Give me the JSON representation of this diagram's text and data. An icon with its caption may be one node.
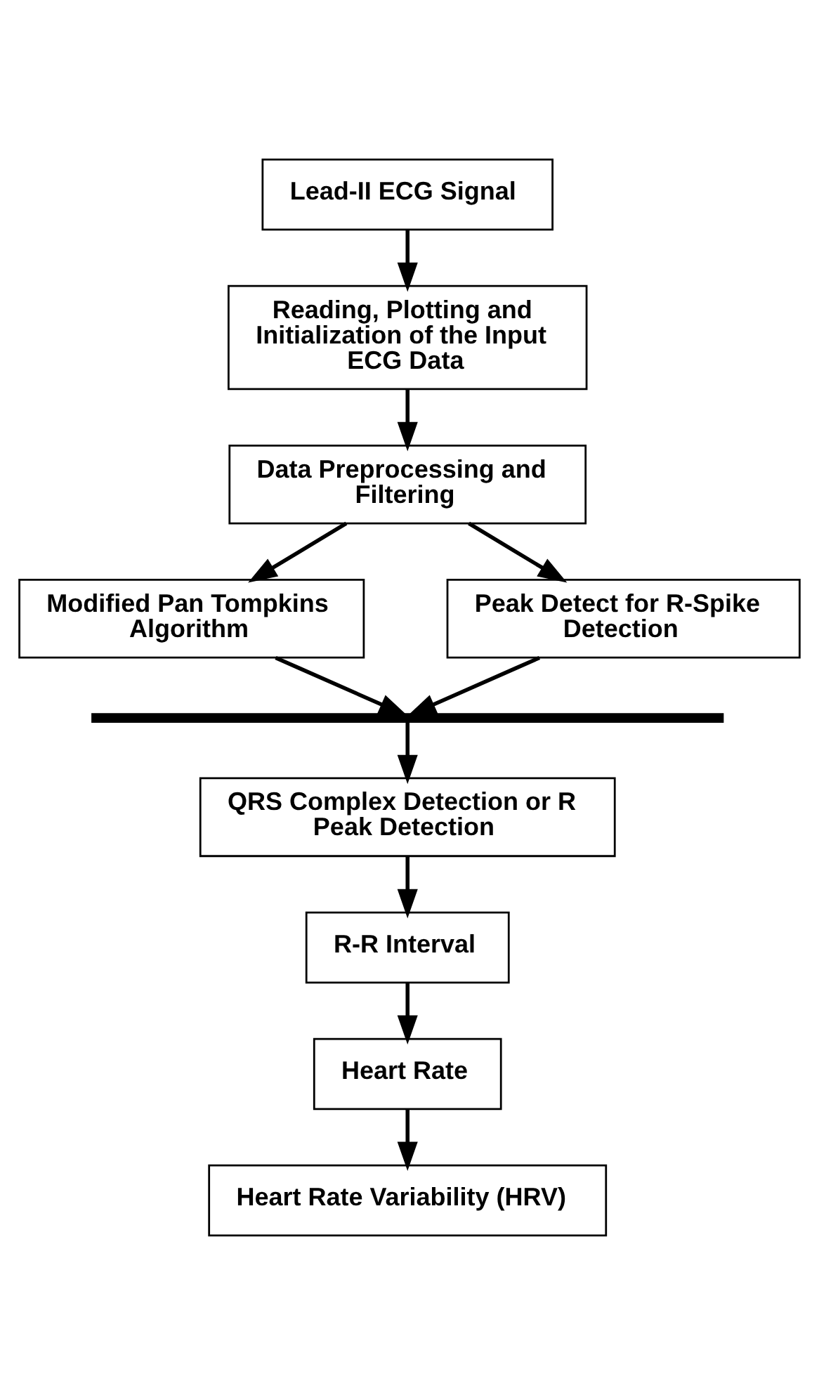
{
  "diagram": {
    "nodes": [
      {
        "text": [
          "Lead-II ECG Signal"
        ]
      },
      {
        "text": [
          "Reading, Plotting and Initialization of the Input ECG Data"
        ]
      },
      {
        "text": [
          "Data Preprocessing and Filtering"
        ]
      },
      {
        "text": [
          "Modified Pan Tompkins Algorithm"
        ]
      },
      {
        "text": [
          "Peak Detect for R-Spike Detection"
        ]
      },
      {
        "text": [],
        "shape": "bar"
      },
      {
        "text": [
          "QRS Complex Detection or R Peak Detection"
        ]
      },
      {
        "text": [
          "R-R Interval"
        ]
      },
      {
        "text": [
          "Heart Rate"
        ]
      },
      {
        "text": [
          "Heart Rate Variability (HRV)"
        ]
      }
    ],
    "edges": [
      {
        "from": 0,
        "to": 1,
        "arrow": "to"
      },
      {
        "from": 1,
        "to": 2,
        "arrow": "to"
      },
      {
        "from": 2,
        "to": 3,
        "arrow": "to"
      },
      {
        "from": 2,
        "to": 4,
        "arrow": "to"
      },
      {
        "from": 3,
        "to": 5,
        "arrow": "to"
      },
      {
        "from": 4,
        "to": 5,
        "arrow": "to"
      },
      {
        "from": 5,
        "to": 6,
        "arrow": "to"
      },
      {
        "from": 6,
        "to": 7,
        "arrow": "to"
      },
      {
        "from": 7,
        "to": 8,
        "arrow": "to"
      },
      {
        "from": 8,
        "to": 9,
        "arrow": "to"
      }
    ]
  }
}
